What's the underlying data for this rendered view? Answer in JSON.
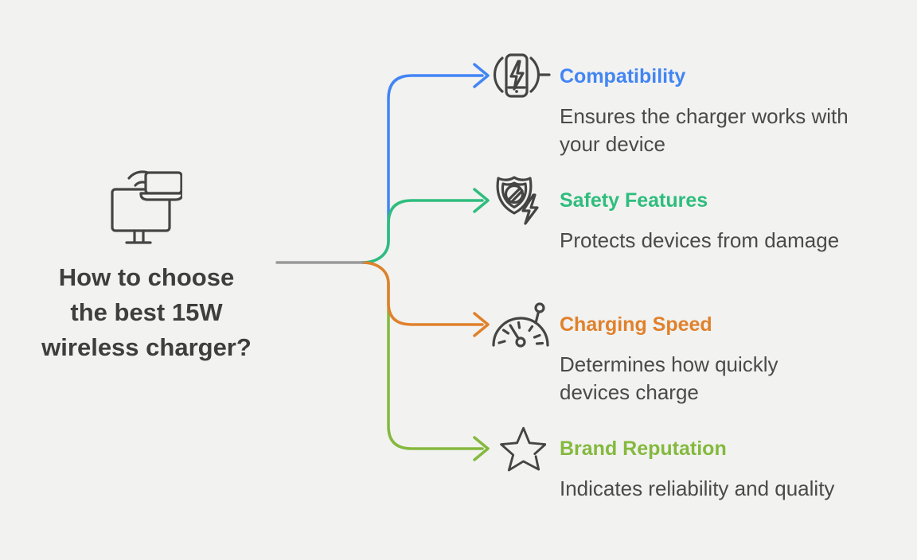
{
  "canvas": {
    "background": "#f2f2f0",
    "icon_stroke_color": "#454545",
    "trunk_line_color": "#9a9a9a"
  },
  "root": {
    "icon": "desktop-wifi-laptop-icon",
    "heading_lines": [
      "How to choose",
      "the best 15W",
      "wireless charger?"
    ]
  },
  "branches": [
    {
      "title": "Compatibility",
      "color": "#4285f4",
      "icon": "wireless-charging-phone-icon",
      "desc_lines": [
        "Ensures the charger works with",
        "your device"
      ]
    },
    {
      "title": "Safety Features",
      "color": "#2ebd7d",
      "icon": "shield-lightning-icon",
      "desc_lines": [
        "Protects devices from damage"
      ]
    },
    {
      "title": "Charging Speed",
      "color": "#e0812c",
      "icon": "speedometer-icon",
      "desc_lines": [
        "Determines how quickly",
        "devices charge"
      ]
    },
    {
      "title": "Brand Reputation",
      "color": "#84b93e",
      "icon": "star-icon",
      "desc_lines": [
        "Indicates reliability and quality"
      ]
    }
  ]
}
